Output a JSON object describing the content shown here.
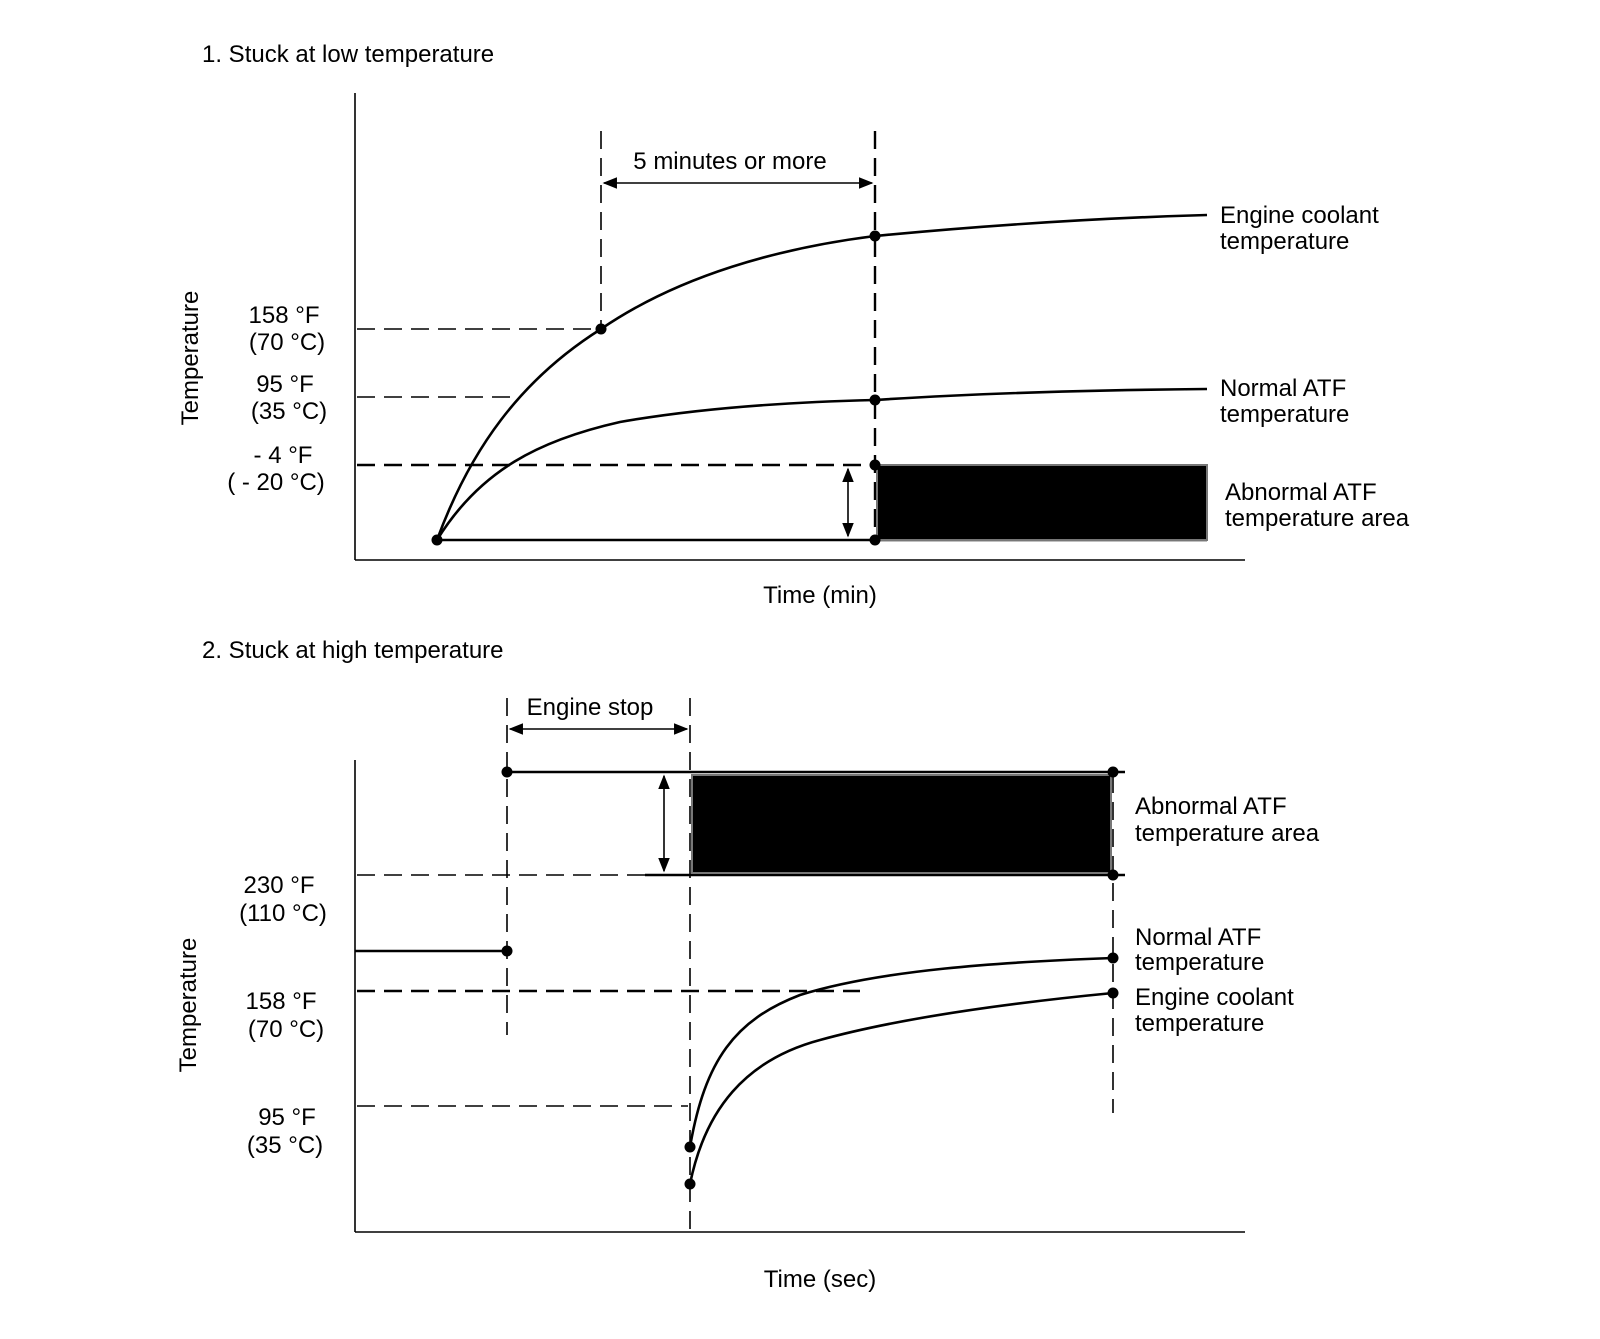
{
  "panel1": {
    "title": "1. Stuck at low temperature",
    "y_axis_label": "Temperature",
    "x_axis_label": "Time (min)",
    "ticks": [
      {
        "f": "158 °F",
        "c": "(70 °C)"
      },
      {
        "f": "95 °F",
        "c": "(35 °C)"
      },
      {
        "f": "- 4 °F",
        "c": "( - 20 °C)"
      }
    ],
    "span_label": "5 minutes or more",
    "labels": {
      "coolant": [
        "Engine coolant",
        "temperature"
      ],
      "normal_atf": [
        "Normal ATF",
        "temperature"
      ],
      "abnormal": [
        "Abnormal ATF",
        "temperature area"
      ]
    }
  },
  "panel2": {
    "title": "2. Stuck at high temperature",
    "y_axis_label": "Temperature",
    "x_axis_label": "Time (sec)",
    "ticks": [
      {
        "f": "230 °F",
        "c": "(110 °C)"
      },
      {
        "f": "158 °F",
        "c": "(70 °C)"
      },
      {
        "f": "95 °F",
        "c": "(35 °C)"
      }
    ],
    "span_label": "Engine stop",
    "labels": {
      "abnormal": [
        "Abnormal ATF",
        "temperature area"
      ],
      "normal_atf": [
        "Normal ATF",
        "temperature"
      ],
      "coolant": [
        "Engine coolant",
        "temperature"
      ]
    }
  },
  "colors": {
    "ink": "#000000",
    "background": "#ffffff"
  }
}
